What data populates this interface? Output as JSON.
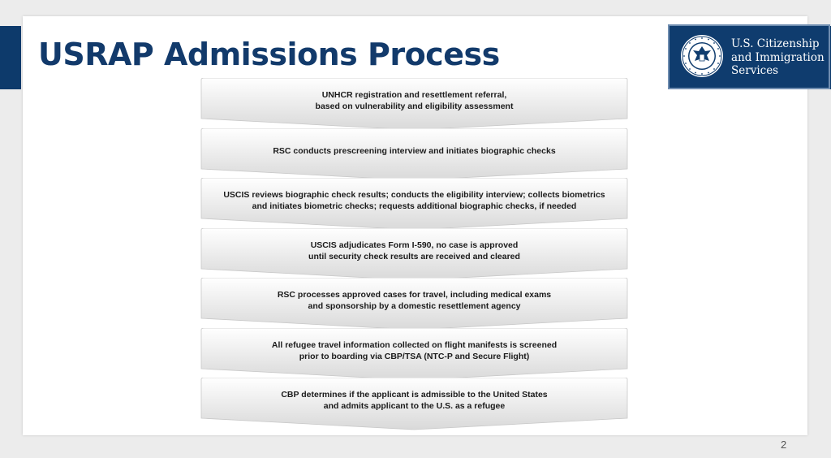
{
  "slide": {
    "title": "USRAP Admissions Process",
    "page_number": "2"
  },
  "logo": {
    "agency_lines": [
      "U.S. Citizenship",
      "and Immigration",
      "Services"
    ],
    "seal_icon": "dhs-seal-icon",
    "seal_text": "U.S. DEPARTMENT OF HOMELAND SECURITY",
    "background_color": "#0f3c6e"
  },
  "steps": [
    {
      "lines": [
        "UNHCR registration and resettlement referral,",
        "based on vulnerability and eligibility assessment"
      ]
    },
    {
      "lines": [
        "RSC conducts prescreening interview and initiates biographic checks"
      ]
    },
    {
      "lines": [
        "USCIS reviews biographic check results; conducts the eligibility interview; collects biometrics",
        "and initiates biometric checks; requests additional biographic checks, if needed"
      ]
    },
    {
      "lines": [
        "USCIS adjudicates Form I-590, no case is approved",
        "until security check results are received and cleared"
      ]
    },
    {
      "lines": [
        "RSC processes approved cases for travel, including medical exams",
        "and sponsorship by a domestic resettlement agency"
      ]
    },
    {
      "lines": [
        "All refugee travel information collected on flight manifests is screened",
        "prior to boarding via CBP/TSA (NTC-P and Secure Flight)"
      ]
    },
    {
      "lines": [
        "CBP determines if the applicant is admissible to the United States",
        "and admits applicant to the U.S. as a refugee"
      ]
    }
  ],
  "colors": {
    "title": "#123a6b",
    "band": "#0d3a6b",
    "chevron_top": "#ffffff",
    "chevron_bottom": "#d9d9d9"
  }
}
